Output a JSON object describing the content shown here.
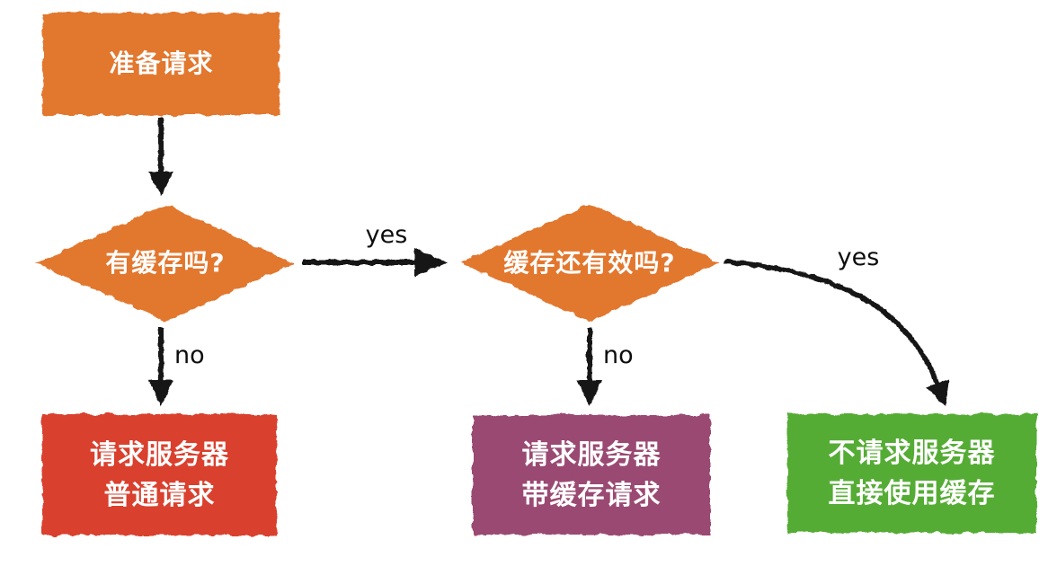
{
  "diagram": {
    "name": "http-cache-request-flowchart",
    "colors": {
      "orange": "#E2772E",
      "red": "#D9412D",
      "purple": "#9A4A72",
      "green": "#55AC35",
      "arrow": "#121212",
      "node_text": "#FFFFFF",
      "edge_text": "#0D0D0D",
      "background": "#FFFFFF"
    },
    "nodes": {
      "start": {
        "type": "process",
        "label": "准备请求"
      },
      "has_cache": {
        "type": "decision",
        "label": "有缓存吗?"
      },
      "cache_valid": {
        "type": "decision",
        "label": "缓存还有效吗?"
      },
      "plain_request": {
        "type": "result",
        "line1": "请求服务器",
        "line2": "普通请求"
      },
      "cached_request": {
        "type": "result",
        "line1": "请求服务器",
        "line2": "带缓存请求"
      },
      "use_cache": {
        "type": "result",
        "line1": "不请求服务器",
        "line2": "直接使用缓存"
      }
    },
    "edges": {
      "start_to_has_cache": {
        "label": ""
      },
      "has_cache_yes": {
        "label": "yes"
      },
      "has_cache_no": {
        "label": "no"
      },
      "cache_valid_no": {
        "label": "no"
      },
      "cache_valid_yes": {
        "label": "yes"
      }
    }
  }
}
